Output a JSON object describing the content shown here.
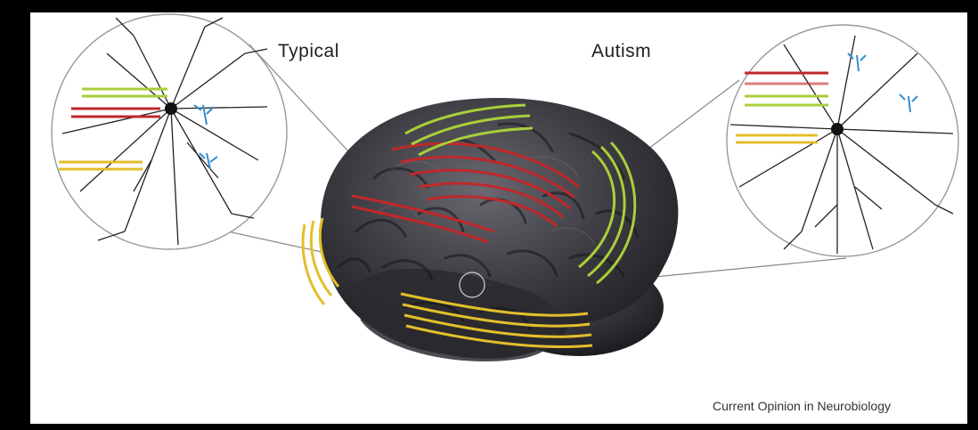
{
  "labels": {
    "typical": "Typical",
    "autism": "Autism",
    "credit": "Current Opinion in Neurobiology"
  },
  "colors": {
    "red_tract": "#c0282a",
    "green_tract": "#a9cf3a",
    "yellow_tract": "#e3bf2a",
    "dendrite_blue": "#2f8fd0",
    "brain_dark": "#3a393f",
    "title_blue": "#0000dd"
  },
  "icons": {
    "typical_neuron": "neuron-circle-icon",
    "autism_neuron": "neuron-circle-icon",
    "brain": "brain-illustration"
  }
}
